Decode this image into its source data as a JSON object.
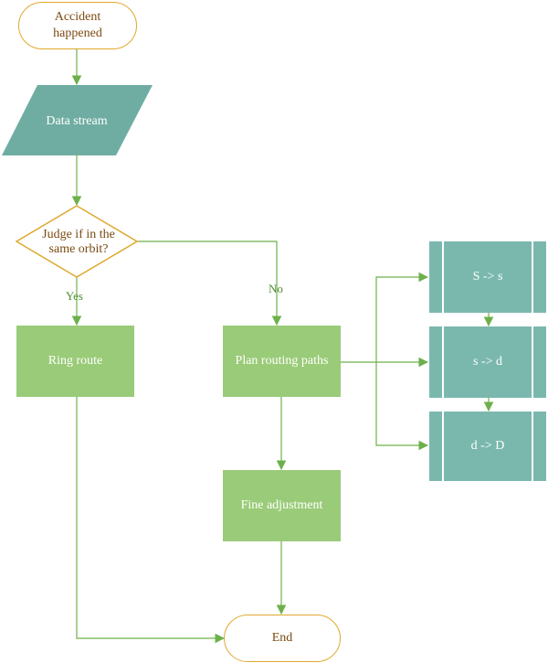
{
  "nodes": {
    "start": "Accident\nhappened",
    "data_stream": "Data stream",
    "decision_line1": "Judge if in the",
    "decision_line2": "same orbit?",
    "ring_route": "Ring route",
    "plan_routing": "Plan routing paths",
    "fine_adjustment": "Fine adjustment",
    "end": "End",
    "sub1": "S -> s",
    "sub2": "s -> d",
    "sub3": "d -> D"
  },
  "edges": {
    "yes": "Yes",
    "no": "No"
  },
  "colors": {
    "teal": "#6fada2",
    "teal_light": "#7ab8ad",
    "green": "#9acb78",
    "arrow": "#6db04a",
    "terminal_border": "#e0a82e",
    "terminal_text": "#7a4a10"
  }
}
